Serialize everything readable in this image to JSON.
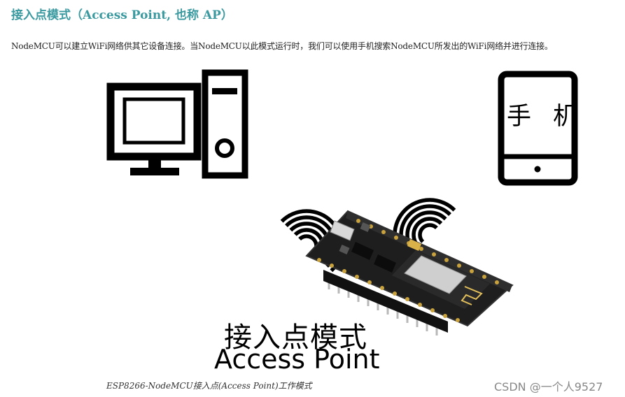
{
  "article": {
    "heading": "接入点模式（Access Point, 也称 AP）",
    "paragraph": "NodeMCU可以建立WiFi网络供其它设备连接。当NodeMCU以此模式运行时，我们可以使用手机搜索NodeMCU所发出的WiFi网络并进行连接。"
  },
  "figure": {
    "phone_label": "手 机",
    "title_cn": "接入点模式",
    "title_en": "Access Point",
    "caption": "ESP8266-NodeMCU接入点(Access Point)工作模式",
    "icons": [
      "desktop-computer-icon",
      "smartphone-icon",
      "wifi-signal-icon",
      "nodemcu-board-image"
    ]
  },
  "watermark": "CSDN @一个人9527",
  "colors": {
    "heading": "#3a9aa0",
    "icon": "#000000"
  }
}
